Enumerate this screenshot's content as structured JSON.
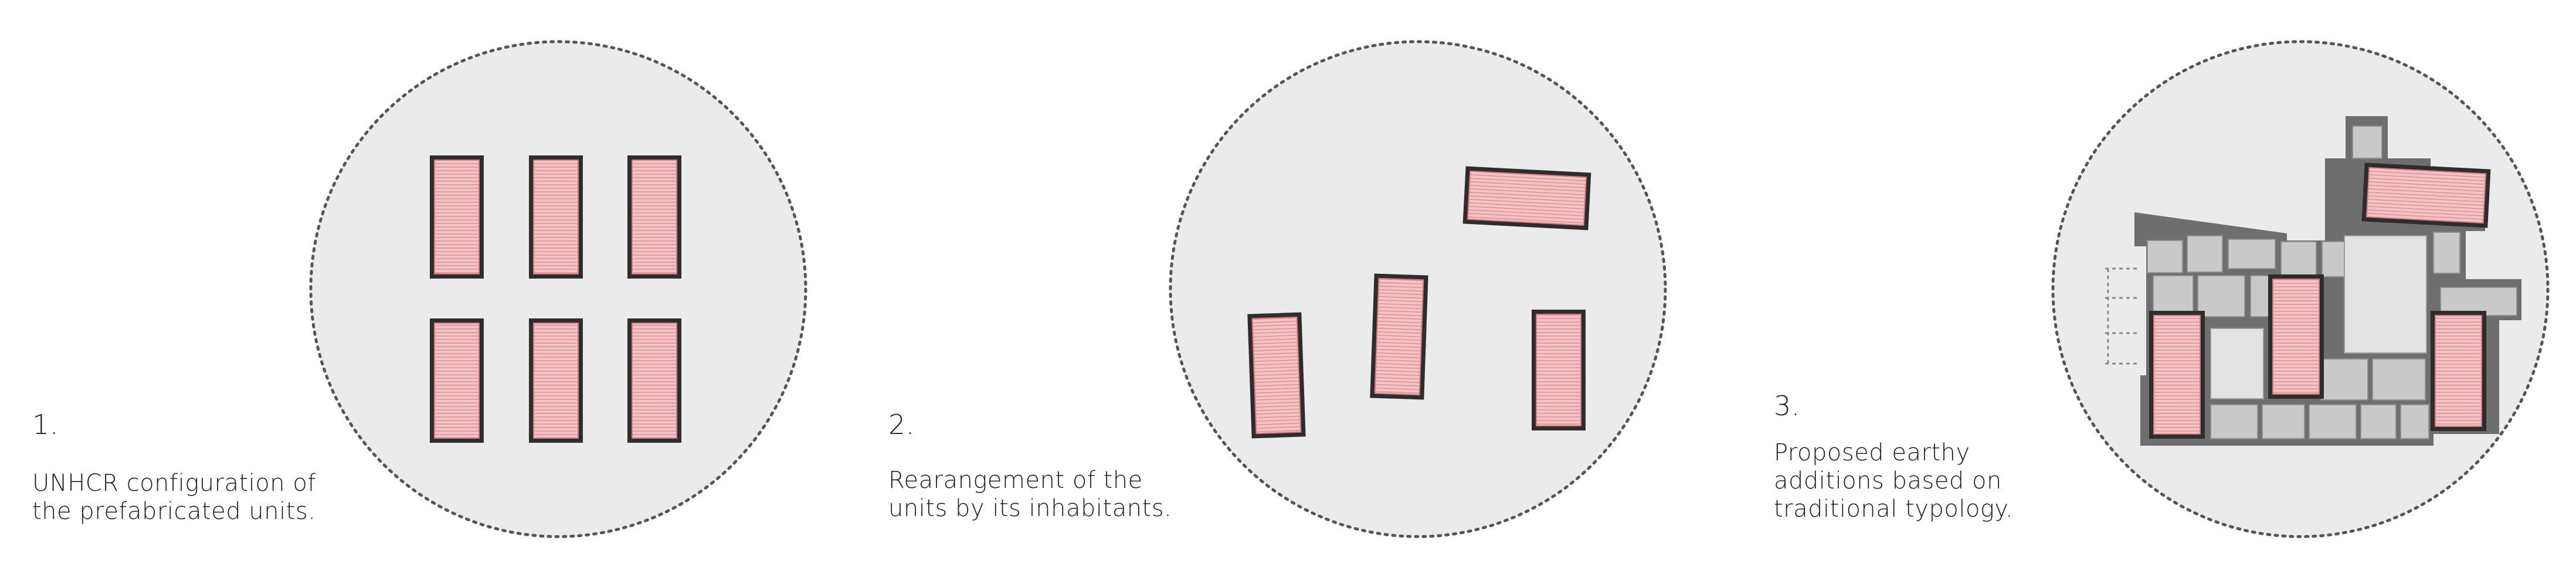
{
  "steps": [
    {
      "number": "1.",
      "text": "UNHCR configuration of\nthe prefabricated units."
    },
    {
      "number": "2.",
      "text": "Rearangement of the\nunits by its inhabitants."
    },
    {
      "number": "3.",
      "text": "Proposed earthy\nadditions based on\ntraditional typology."
    }
  ],
  "colors": {
    "circle_fill": "#ebebeb",
    "circle_stroke": "#555555",
    "unit_fill": "#f2c3c5",
    "unit_hatch": "#e07f86",
    "unit_stroke": "#333333",
    "wall_fill": "#6e6e6e",
    "room_fill": "#c9c9c9"
  },
  "icons": [
    "prefab-unit",
    "dotted-circle-site",
    "courtyard-house-plan"
  ]
}
